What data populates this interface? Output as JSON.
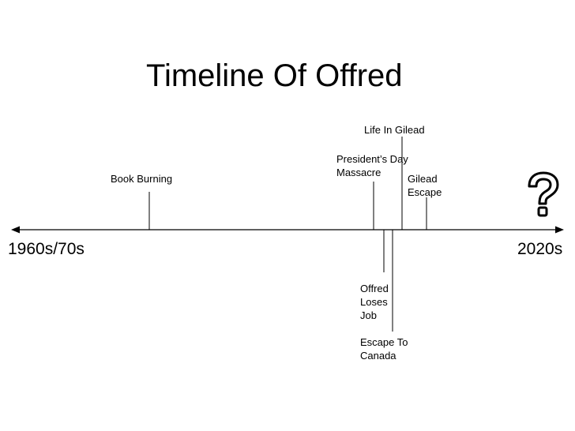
{
  "title": "Timeline Of Offred",
  "start_label": "1960s/70s",
  "end_label": "2020s",
  "events": {
    "book_burning": "Book Burning",
    "presidents_day_line1": "President’s Day",
    "presidents_day_line2": "Massacre",
    "life_in_gilead": "Life In Gilead",
    "gilead_escape_line1": "Gilead",
    "gilead_escape_line2": "Escape",
    "offred_loses_job_line1": "Offred",
    "offred_loses_job_line2": "Loses",
    "offred_loses_job_line3": "Job",
    "escape_to_canada_line1": "Escape To",
    "escape_to_canada_line2": "Canada"
  },
  "icons": {
    "unknown_future": "question-mark-icon"
  },
  "colors": {
    "line": "#000000",
    "text": "#000000",
    "background": "#ffffff"
  }
}
